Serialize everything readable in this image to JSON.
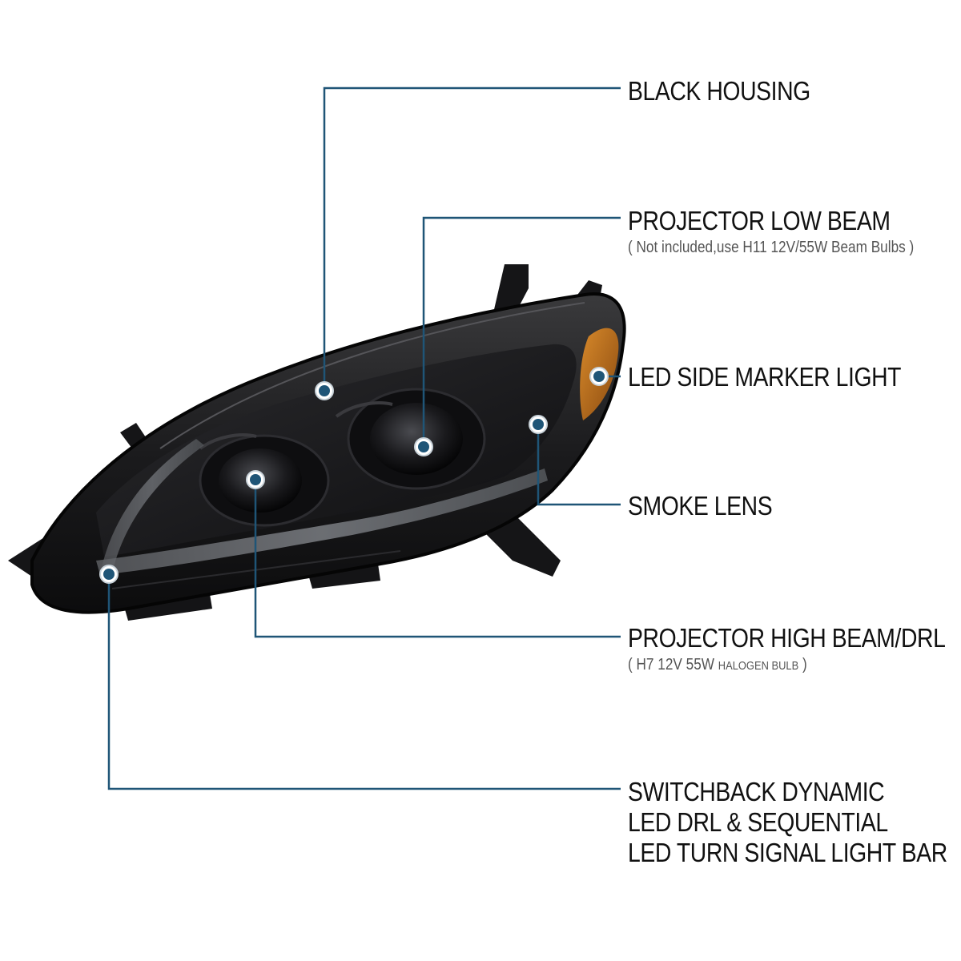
{
  "accent_color": "#1f5577",
  "callouts": [
    {
      "id": "black-housing",
      "title": "BLACK HOUSING",
      "note": ""
    },
    {
      "id": "projector-low-beam",
      "title": "PROJECTOR LOW BEAM",
      "note": "( Not included,use  H11 12V/55W Beam Bulbs )"
    },
    {
      "id": "led-side-marker",
      "title": "LED SIDE MARKER LIGHT",
      "note": ""
    },
    {
      "id": "smoke-lens",
      "title": "SMOKE LENS",
      "note": ""
    },
    {
      "id": "projector-high-beam",
      "title": "PROJECTOR HIGH BEAM/DRL",
      "note_parts": [
        "( H7  12V 55W ",
        "HALOGEN BULB",
        " )"
      ]
    },
    {
      "id": "switchback",
      "title_lines": [
        "SWITCHBACK DYNAMIC",
        "LED DRL & SEQUENTIAL",
        "LED TURN SIGNAL LIGHT BAR"
      ]
    }
  ]
}
